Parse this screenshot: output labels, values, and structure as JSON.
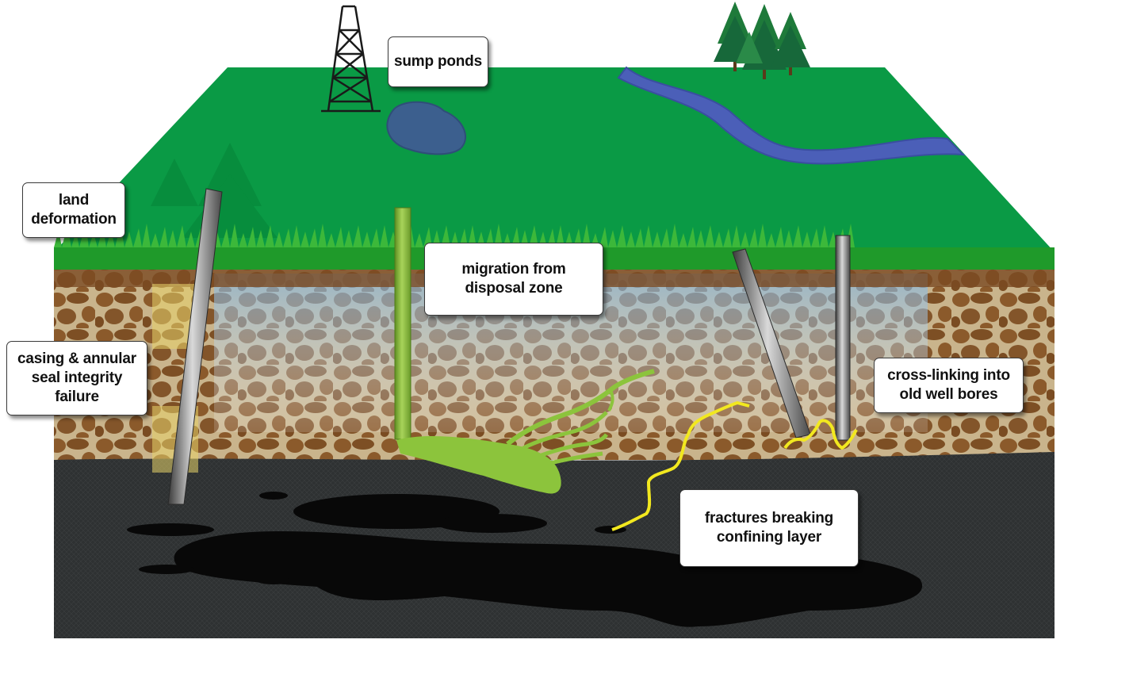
{
  "callouts": {
    "sump_ponds": [
      "sump ponds"
    ],
    "land_deformation": [
      "land",
      "deformation"
    ],
    "casing_failure": [
      "casing & annular",
      "seal integrity",
      "failure"
    ],
    "migration": [
      "migration from",
      "disposal zone"
    ],
    "cross_linking": [
      "cross-linking into",
      "old well bores"
    ],
    "fractures": [
      "fractures breaking",
      "confining layer"
    ]
  },
  "colors": {
    "surface_green": "#0a9a45",
    "soil_brown": "#8b5a2b",
    "confining_layer_dark": "#2e3132",
    "oil_black": "#080808",
    "groundwater_blue": "#a9cbe8",
    "river_blue": "#4b5fb8",
    "pond_blue": "#3c5f8e",
    "migration_green": "#8cc43c",
    "fracture_yellow": "#f2e81f",
    "failure_highlight": "#e8d36a"
  },
  "icons": [
    "drilling-derrick-icon",
    "pine-trees-icon",
    "well-casing-icon"
  ]
}
